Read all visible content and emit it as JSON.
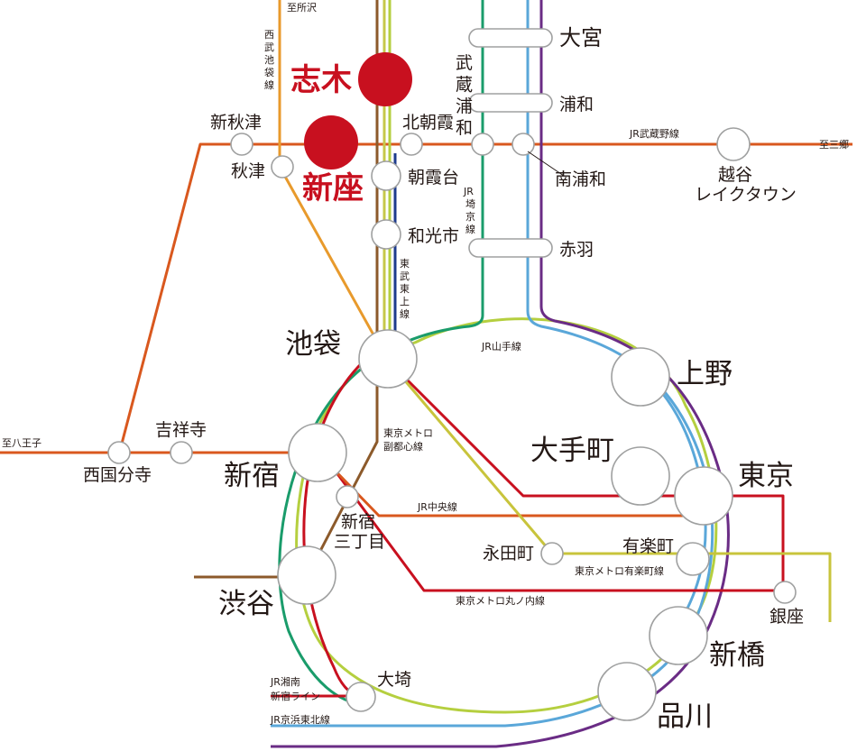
{
  "colors": {
    "orange": "#e8731c",
    "red": "#c8101f",
    "olive": "#c6c84a",
    "green": "#1a9c6b",
    "skyblue": "#5aa7d9",
    "purple": "#6a2c85",
    "brown": "#8c5a2b",
    "navy": "#1d3b8c",
    "amber": "#e89a2c",
    "yellow": "#c8c43c"
  },
  "stations": {
    "shiki": "志木",
    "niiza": "新座",
    "omiya": "大宮",
    "urawa": "浦和",
    "musashi_urawa": "武蔵浦和",
    "minami_urawa": "南浦和",
    "kita_asaka": "北朝霞",
    "asakadai": "朝霞台",
    "wakoshi": "和光市",
    "akabane": "赤羽",
    "shin_akitsu": "新秋津",
    "akitsu": "秋津",
    "koshigaya": "越谷",
    "koshigaya2": "レイクタウン",
    "ikebukuro": "池袋",
    "ueno": "上野",
    "otemachi": "大手町",
    "tokyo": "東京",
    "shinjuku": "新宿",
    "shinjuku3_a": "新宿",
    "shinjuku3_b": "三丁目",
    "kichijoji": "吉祥寺",
    "nishikokubunji": "西国分寺",
    "nagatacho": "永田町",
    "yurakucho": "有楽町",
    "ginza": "銀座",
    "shibuya": "渋谷",
    "shinbashi": "新橋",
    "osaki": "大埼",
    "shinagawa": "品川"
  },
  "lines": {
    "to_tokorozawa": "至所沢",
    "seibu_ikebukuro": "西武池袋線",
    "jr_musashino": "JR武蔵野線",
    "to_misato": "至三郷",
    "jr_saikyo": "JR埼京線",
    "tobu_tojo": "東武東上線",
    "jr_yamanote": "JR山手線",
    "metro_fukutoshin_a": "東京メトロ",
    "metro_fukutoshin_b": "副都心線",
    "jr_chuo": "JR中央線",
    "metro_yurakucho": "東京メトロ有楽町線",
    "metro_marunouchi": "東京メトロ丸ノ内線",
    "to_hachioji": "至八王子",
    "jr_shonan_a": "JR湘南",
    "jr_shonan_b": "新宿ライン",
    "jr_keihin": "JR京浜東北線"
  }
}
